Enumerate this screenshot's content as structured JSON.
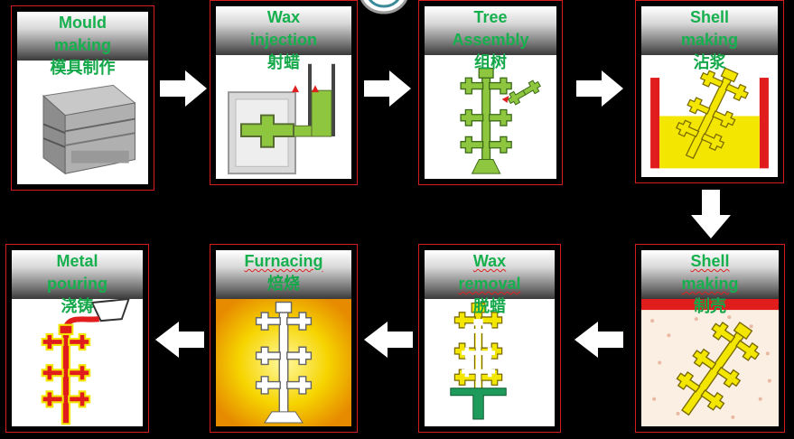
{
  "title": "Investment casting process",
  "steps": [
    {
      "id": "mould",
      "line1": "Mould",
      "line2": "making",
      "zh": "模具制作"
    },
    {
      "id": "wax-injection",
      "line1": "Wax",
      "line2": "injection",
      "zh": "射蜡"
    },
    {
      "id": "tree-assembly",
      "line1": "Tree",
      "line2": "Assembly",
      "zh": "组树"
    },
    {
      "id": "shell-dip",
      "line1": "Shell",
      "line2": "making",
      "zh": "沾浆"
    },
    {
      "id": "shell-sand",
      "line1": "Shell",
      "line2": "making",
      "zh": "制壳"
    },
    {
      "id": "wax-removal",
      "line1": "Wax",
      "line2": "removal",
      "zh": "脱蜡"
    },
    {
      "id": "furnacing",
      "line1": "Furnacing",
      "line2": "焙烧",
      "zh": ""
    },
    {
      "id": "metal-pouring",
      "line1": "Metal",
      "line2": "pouring",
      "zh": "浇铸"
    }
  ],
  "colors": {
    "label": "#16b04e",
    "border": "#d21e1e",
    "wax": "#8ec63f",
    "shell": "#f3e600",
    "metal": "#e01c1c",
    "removedWax": "#1e9a5a"
  },
  "icons": {
    "arrow": "block-arrow",
    "mould": "mould-block-icon",
    "logo": "company-logo"
  }
}
